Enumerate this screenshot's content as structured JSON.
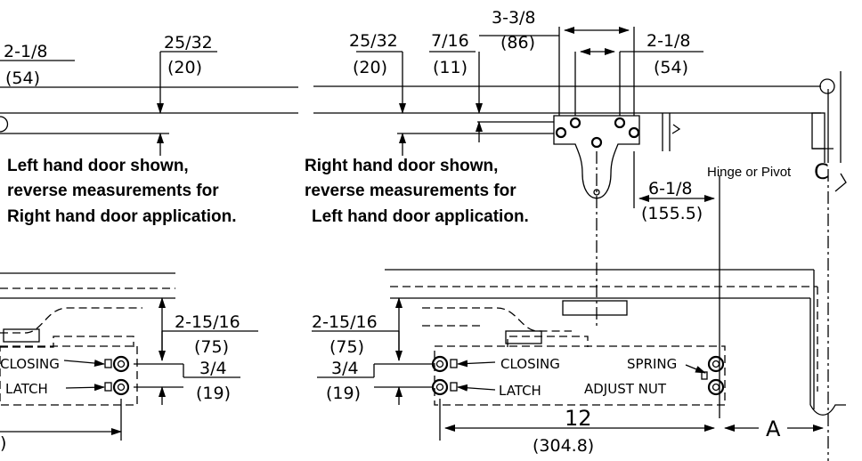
{
  "left_view": {
    "top_dims": {
      "dim_a": "2-1/8",
      "dim_a_mm": "(54)",
      "dim_b": "25/32",
      "dim_b_mm": "(20)"
    },
    "note_lines": [
      "Left hand door shown,",
      "reverse measurements for",
      "Right hand door application."
    ],
    "bottom_dims": {
      "dim_c": "2-15/16",
      "dim_c_mm": "(75)",
      "dim_d": "3/4",
      "dim_d_mm": "(19)",
      "closing_label": "CLOSING",
      "latch_label": "LATCH",
      "partial_mm": ")"
    }
  },
  "right_view": {
    "top_dims": {
      "dim_a": "25/32",
      "dim_a_mm": "(20)",
      "dim_b": "7/16",
      "dim_b_mm": "(11)",
      "dim_c": "3-3/8",
      "dim_c_mm": "(86)",
      "dim_d": "2-1/8",
      "dim_d_mm": "(54)"
    },
    "note_lines": [
      "Right hand door shown,",
      "reverse measurements for",
      "Left hand door application."
    ],
    "hinge_label": "Hinge or Pivot",
    "centerline_symbol": "C",
    "dim_e": "6-1/8",
    "dim_e_mm": "(155.5)",
    "bottom_dims": {
      "dim_f": "2-15/16",
      "dim_f_mm": "(75)",
      "dim_g": "3/4",
      "dim_g_mm": "(19)",
      "closing_label": "CLOSING",
      "latch_label": "LATCH",
      "spring_label": "SPRING",
      "adjust_label": "ADJUST NUT",
      "length": "12",
      "length_mm": "(304.8)",
      "offset_label": "A"
    }
  }
}
